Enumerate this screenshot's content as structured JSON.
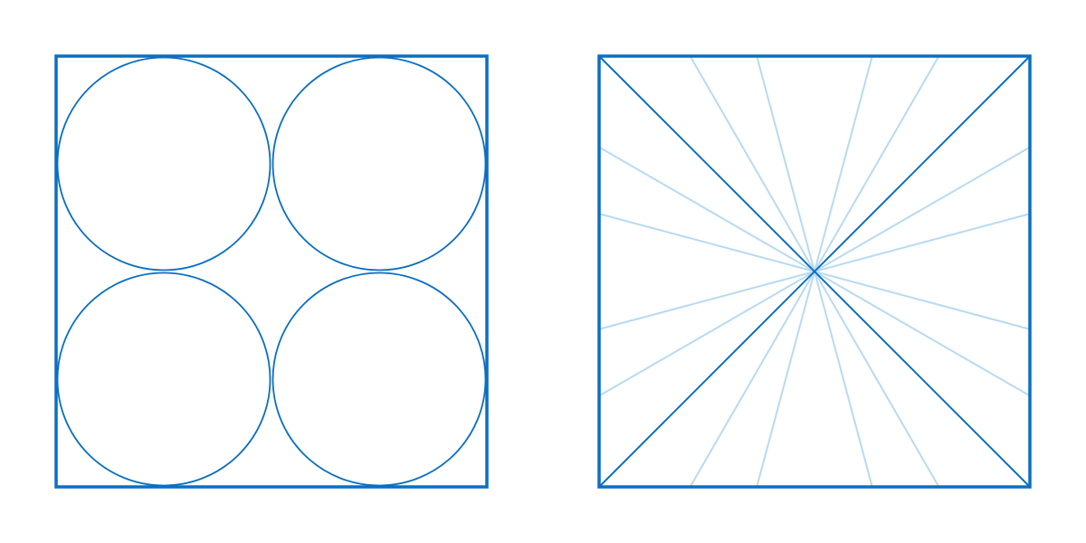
{
  "colors": {
    "primary": "#0a6fc2",
    "light": "#b8daf2",
    "background": "#ffffff"
  },
  "panels": [
    {
      "type": "circle-grid",
      "rows": 2,
      "cols": 2
    },
    {
      "type": "ray-burst",
      "diagonals": 2,
      "rays_per_side": 4
    }
  ]
}
